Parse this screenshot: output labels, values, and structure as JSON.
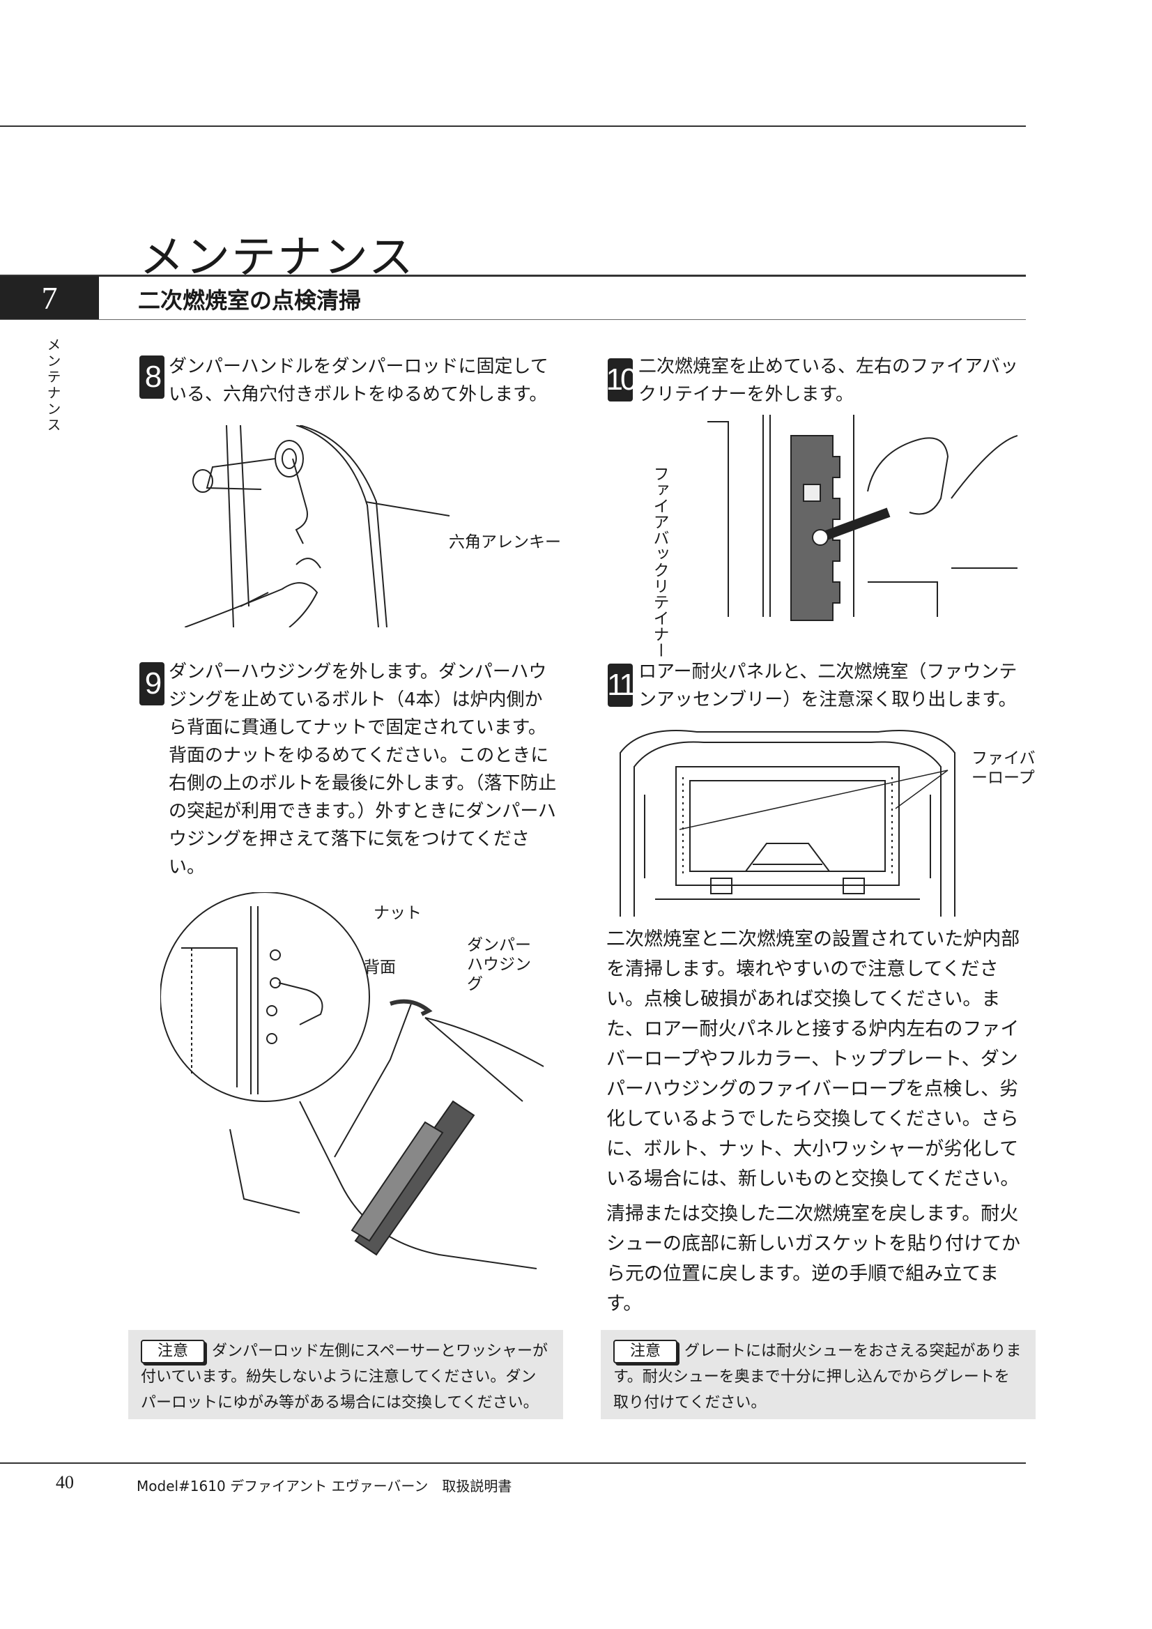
{
  "header": {
    "title": "メンテナンス",
    "section_number": "7",
    "section_title": "二次燃焼室の点検清掃",
    "side_tab": "メンテナンス"
  },
  "steps": [
    {
      "number": "8",
      "text": "ダンパーハンドルをダンパーロッドに固定している、六角穴付きボルトをゆるめて外します。"
    },
    {
      "number": "9",
      "text": "ダンパーハウジングを外します。ダンパーハウジングを止めているボルト（4本）は炉内側から背面に貫通してナットで固定されています。背面のナットをゆるめてください。このときに右側の上のボルトを最後に外します。（落下防止の突起が利用できます。）外すときにダンパーハウジングを押さえて落下に気をつけてください。"
    },
    {
      "number": "10",
      "text": "二次燃焼室を止めている、左右のファイアバックリテイナーを外します。"
    },
    {
      "number": "11",
      "text": "ロアー耐火パネルと、二次燃焼室（ファウンテンアッセンブリー）を注意深く取り出します。"
    }
  ],
  "figure_labels": {
    "hex_wrench": "六角アレンキー",
    "nut": "ナット",
    "back": "背面",
    "damper_housing": "ダンパーハウジング",
    "fireback_retainer": "ファイアバックリテイナー",
    "fiber_rope": "ファイバーロープ"
  },
  "body_paragraphs": [
    "二次燃焼室と二次燃焼室の設置されていた炉内部を清掃します。壊れやすいので注意してください。点検し破損があれば交換してください。また、ロアー耐火パネルと接する炉内左右のファイバーロープやフルカラー、トッププレート、ダンパーハウジングのファイバーロープを点検し、劣化しているようでしたら交換してください。さらに、ボルト、ナット、大小ワッシャーが劣化している場合には、新しいものと交換してください。",
    "清掃または交換した二次燃焼室を戻します。耐火シューの底部に新しいガスケットを貼り付けてから元の位置に戻します。逆の手順で組み立てます。"
  ],
  "notes": [
    {
      "badge": "注意",
      "text": "ダンパーロッド左側にスペーサーとワッシャーが付いています。紛失しないように注意してください。ダンパーロットにゆがみ等がある場合には交換してください。"
    },
    {
      "badge": "注意",
      "text": "グレートには耐火シューをおさえる突起があります。耐火シューを奥まで十分に押し込んでからグレートを取り付けてください。"
    }
  ],
  "footer": {
    "page_number": "40",
    "model": "Model#1610 デファイアント エヴァーバーン　取扱説明書"
  }
}
